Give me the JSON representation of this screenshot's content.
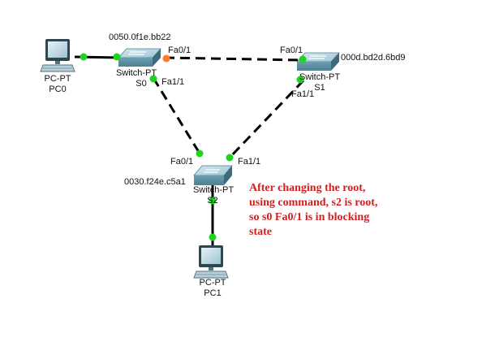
{
  "devices": {
    "pc0": {
      "type": "PC-PT",
      "name": "PC0"
    },
    "pc1": {
      "type": "PC-PT",
      "name": "PC1"
    },
    "s0": {
      "type": "Switch-PT",
      "name": "S0",
      "mac": "0050.0f1e.bb22",
      "ports": {
        "to_s1": "Fa0/1",
        "to_s2": "Fa1/1"
      }
    },
    "s1": {
      "type": "Switch-PT",
      "name": "S1",
      "mac": "000d.bd2d.6bd9",
      "ports": {
        "to_s0": "Fa0/1",
        "to_s2": "Fa1/1"
      }
    },
    "s2": {
      "type": "Switch-PT",
      "name": "S2",
      "mac": "0030.f24e.c5a1",
      "ports": {
        "to_s0": "Fa0/1",
        "to_s1": "Fa1/1"
      }
    }
  },
  "links": [
    {
      "from": "PC0",
      "to": "S0",
      "style": "solid",
      "state": "forwarding"
    },
    {
      "from": "S0",
      "to": "S1",
      "style": "dashed",
      "state": "blocking"
    },
    {
      "from": "S0",
      "to": "S2",
      "style": "dashed",
      "state": "forwarding"
    },
    {
      "from": "S1",
      "to": "S2",
      "style": "dashed",
      "state": "forwarding"
    },
    {
      "from": "S2",
      "to": "PC1",
      "style": "solid",
      "state": "forwarding"
    }
  ],
  "annotation": {
    "lines": [
      "After changing the root,",
      "using command, s2 is root,",
      "so s0 Fa0/1 is in blocking",
      "state"
    ]
  },
  "colors": {
    "link_up": "#1ed41e",
    "link_blocking": "#ff7a2a",
    "annotation": "#d41e1e",
    "switch_body": "#8fb9c9"
  }
}
